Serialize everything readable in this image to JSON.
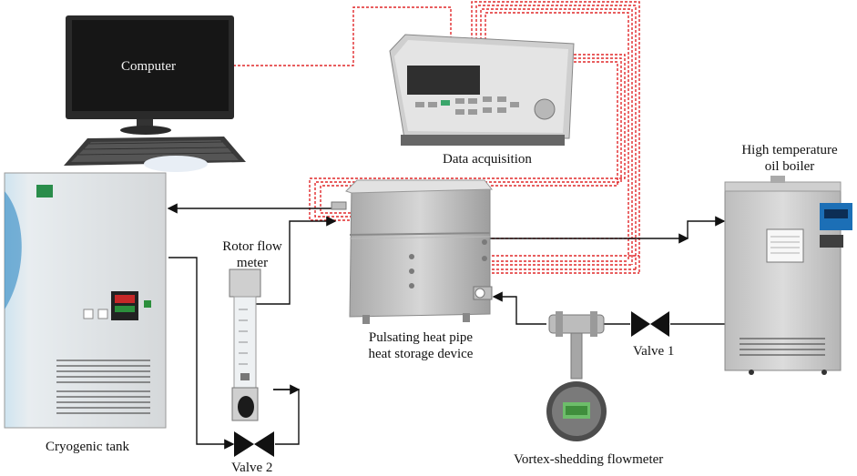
{
  "labels": {
    "computer": "Computer",
    "data_acquisition": "Data acquisition",
    "oil_boiler_line1": "High temperature",
    "oil_boiler_line2": "oil boiler",
    "rotor_line1": "Rotor flow",
    "rotor_line2": "meter",
    "php_line1": "Pulsating heat pipe",
    "php_line2": "heat storage device",
    "valve1": "Valve 1",
    "valve2": "Valve 2",
    "cryogenic_tank": "Cryogenic tank",
    "vortex_flowmeter": "Vortex-shedding flowmeter"
  },
  "colors": {
    "signal_wire": "#e0282a",
    "pipe_line": "#111111",
    "monitor_screen": "#161616",
    "equipment_grey": "#c9c9c9",
    "tank_body": "#d9dde0",
    "tank_accent": "#3a8fc6"
  },
  "icons": {
    "computer": "desktop-computer-icon",
    "daq": "data-acquisition-unit-icon",
    "tank": "cryogenic-tank-icon",
    "boiler": "oil-boiler-icon",
    "php": "heat-storage-box-icon",
    "rotameter": "rotameter-icon",
    "vortex": "vortex-flowmeter-icon",
    "valve": "valve-icon"
  }
}
